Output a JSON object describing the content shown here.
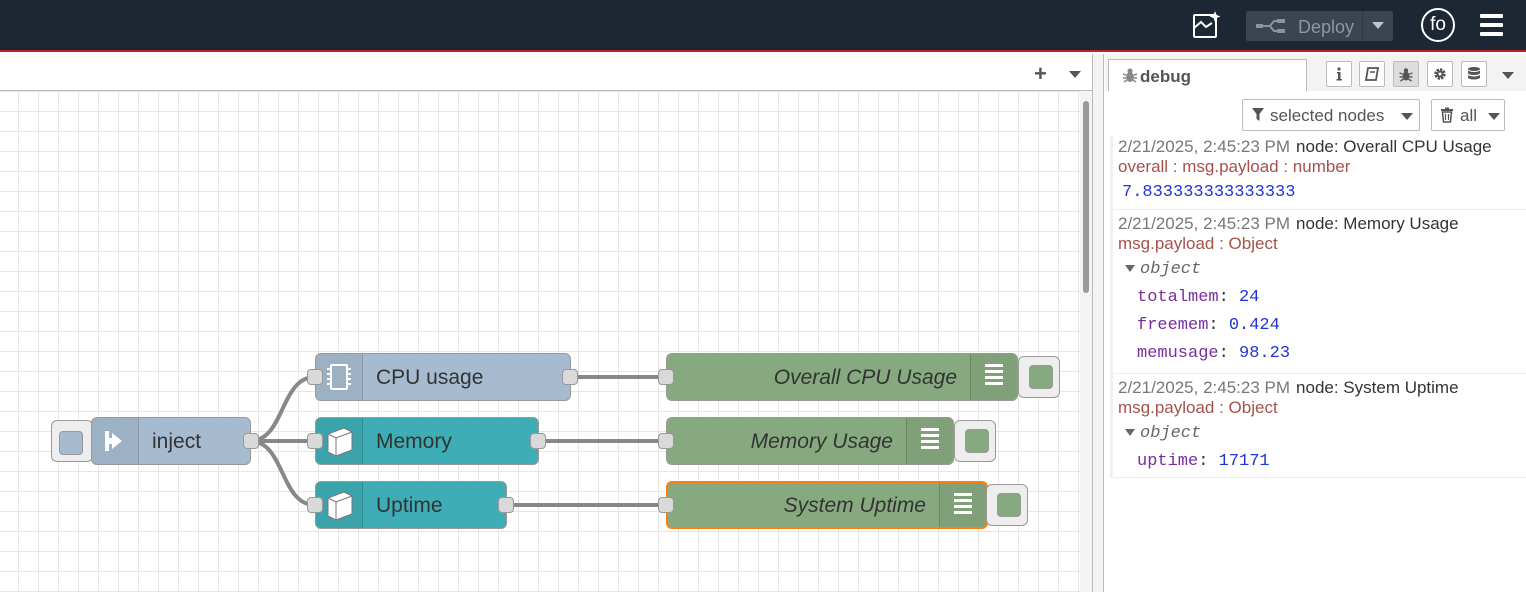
{
  "header": {
    "deploy_label": "Deploy",
    "user_initials": "fo"
  },
  "workspace": {
    "add_symbol": "+"
  },
  "nodes": {
    "inject": {
      "label": "inject"
    },
    "cpu": {
      "label": "CPU usage"
    },
    "memory": {
      "label": "Memory"
    },
    "uptime": {
      "label": "Uptime"
    },
    "debug_cpu": {
      "label": "Overall CPU Usage"
    },
    "debug_memory": {
      "label": "Memory Usage"
    },
    "debug_uptime": {
      "label": "System Uptime"
    }
  },
  "colors": {
    "inject": "#a6bbcf",
    "os_node": "#3fadb5",
    "debug": "#87a980",
    "selected": "#ff7f0e",
    "header_bg": "#1d2633"
  },
  "sidebar": {
    "tab_label": "debug",
    "filter_label": "selected nodes",
    "clear_label": "all",
    "messages": [
      {
        "timestamp": "2/21/2025, 2:45:23 PM",
        "node": "node: Overall CPU Usage",
        "topic": "overall : msg.payload : number",
        "value": "7.833333333333333"
      },
      {
        "timestamp": "2/21/2025, 2:45:23 PM",
        "node": "node: Memory Usage",
        "topic": "msg.payload : Object",
        "object_label": "object",
        "props": [
          {
            "key": "totalmem",
            "value": "24"
          },
          {
            "key": "freemem",
            "value": "0.424"
          },
          {
            "key": "memusage",
            "value": "98.23"
          }
        ]
      },
      {
        "timestamp": "2/21/2025, 2:45:23 PM",
        "node": "node: System Uptime",
        "topic": "msg.payload : Object",
        "object_label": "object",
        "props": [
          {
            "key": "uptime",
            "value": "17171"
          }
        ]
      }
    ]
  }
}
